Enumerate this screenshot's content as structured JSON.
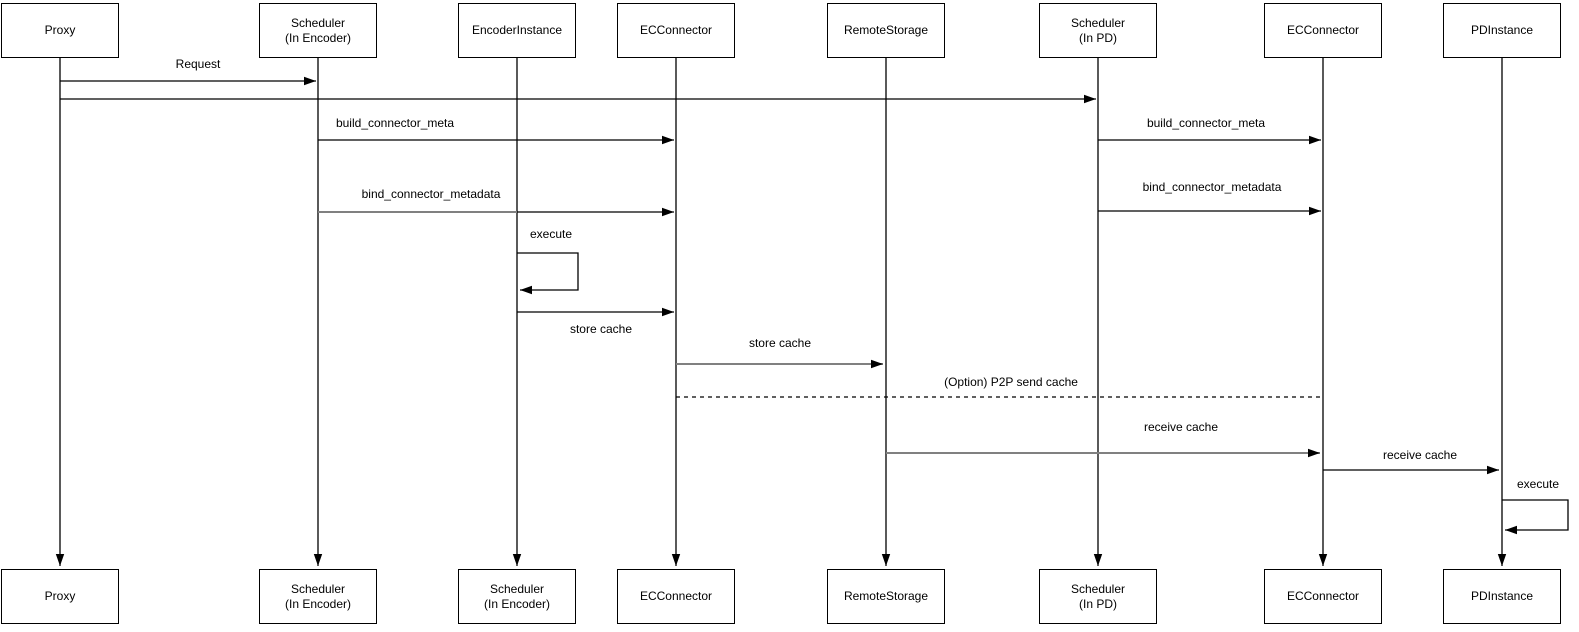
{
  "diagram": {
    "type": "sequence-diagram",
    "background_color": "#ffffff",
    "line_color": "#000000",
    "gray_line_color": "#808080",
    "actors": [
      {
        "id": "proxy",
        "top": "Proxy",
        "bottom": "Proxy"
      },
      {
        "id": "scheduler-encoder",
        "top": "Scheduler\n(In Encoder)",
        "bottom": "Scheduler\n(In Encoder)"
      },
      {
        "id": "encoder-instance",
        "top": "EncoderInstance",
        "bottom": "Scheduler\n(In Encoder)"
      },
      {
        "id": "ec-connector",
        "top": "ECConnector",
        "bottom": "ECConnector"
      },
      {
        "id": "remote-storage",
        "top": "RemoteStorage",
        "bottom": "RemoteStorage"
      },
      {
        "id": "scheduler-pd",
        "top": "Scheduler\n(In PD)",
        "bottom": "Scheduler\n(In PD)"
      },
      {
        "id": "ec-connector-pd",
        "top": "ECConnector",
        "bottom": "ECConnector"
      },
      {
        "id": "pd-instance",
        "top": "PDInstance",
        "bottom": "PDInstance"
      }
    ],
    "messages": [
      {
        "label": "Request",
        "from": "Proxy",
        "to": "Scheduler (In Encoder)",
        "style": "solid"
      },
      {
        "label": "",
        "from": "Proxy",
        "to": "Scheduler (In PD)",
        "style": "solid"
      },
      {
        "label": "build_connector_meta",
        "from": "Scheduler (In Encoder)",
        "to": "ECConnector",
        "style": "solid"
      },
      {
        "label": "build_connector_meta",
        "from": "Scheduler (In PD)",
        "to": "ECConnector",
        "style": "solid"
      },
      {
        "label": "bind_connector_metadata",
        "from": "Scheduler (In Encoder)",
        "to": "ECConnector",
        "style": "solid"
      },
      {
        "label": "bind_connector_metadata",
        "from": "Scheduler (In PD)",
        "to": "ECConnector",
        "style": "solid"
      },
      {
        "label": "execute",
        "from": "EncoderInstance",
        "to": "EncoderInstance",
        "style": "self-loop"
      },
      {
        "label": "store cache",
        "from": "EncoderInstance",
        "to": "ECConnector",
        "style": "solid"
      },
      {
        "label": "store cache",
        "from": "ECConnector",
        "to": "RemoteStorage",
        "style": "solid-gray"
      },
      {
        "label": "(Option) P2P send cache",
        "from": "ECConnector",
        "to": "ECConnector (In PD)",
        "style": "dashed"
      },
      {
        "label": "receive cache",
        "from": "RemoteStorage",
        "to": "ECConnector (In PD)",
        "style": "solid-gray"
      },
      {
        "label": "receive cache",
        "from": "ECConnector (In PD)",
        "to": "PDInstance",
        "style": "solid"
      },
      {
        "label": "execute",
        "from": "PDInstance",
        "to": "PDInstance",
        "style": "self-loop"
      }
    ]
  }
}
